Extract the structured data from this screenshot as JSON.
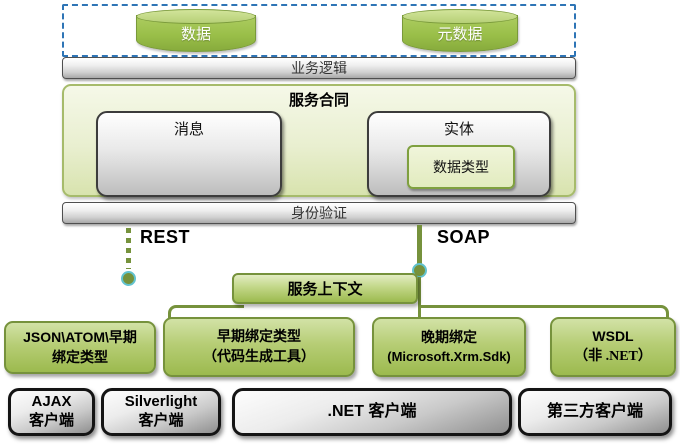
{
  "diagram": {
    "data_store": {
      "data": "数据",
      "metadata": "元数据"
    },
    "business_logic": "业务逻辑",
    "service_contract": "服务合同",
    "message": "消息",
    "entity": "实体",
    "data_types": "数据类型",
    "authentication": "身份验证",
    "rest": "REST",
    "soap": "SOAP",
    "service_context": "服务上下文"
  },
  "binding_boxes": [
    {
      "line1": "JSON\\ATOM\\早期",
      "line2": "绑定类型"
    },
    {
      "line1": "早期绑定类型",
      "line2": "（代码生成工具）"
    },
    {
      "line1": "晚期绑定",
      "line2": "(Microsoft.Xrm.Sdk)"
    },
    {
      "line1": "WSDL",
      "line2": "（非 .NET）"
    }
  ],
  "clients": [
    {
      "line1": "AJAX",
      "line2": "客户端"
    },
    {
      "line1": "Silverlight",
      "line2": "客户端"
    },
    {
      "line1": ".NET 客户端",
      "line2": ""
    },
    {
      "line1": "第三方客户端",
      "line2": ""
    }
  ],
  "colors": {
    "accent_olive": "#76923c",
    "dashed_border_blue": "#2e75b6",
    "green_fill": "#9cba4e",
    "node_ring_teal": "#62c3cf"
  }
}
